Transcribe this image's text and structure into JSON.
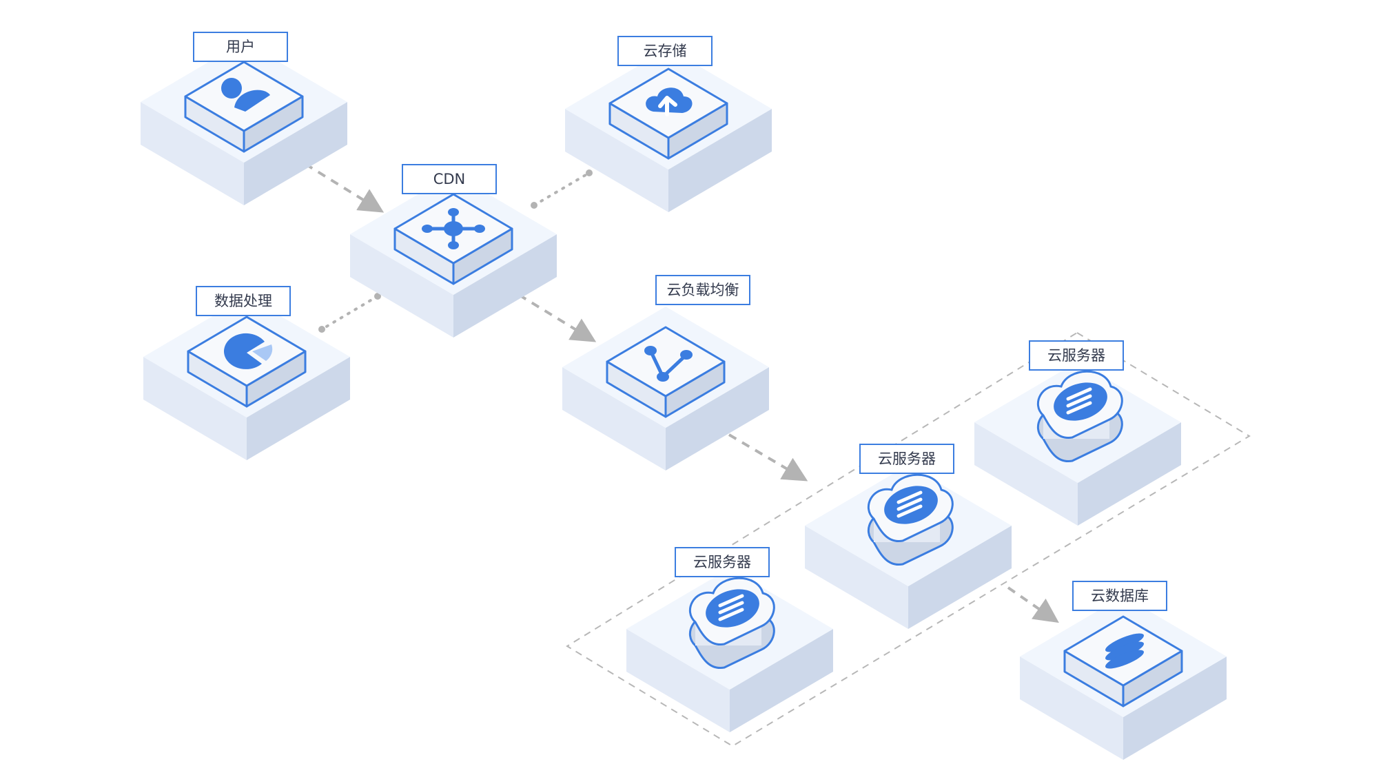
{
  "colors": {
    "accent": "#3b7de0",
    "accent_light": "#a9c8f5",
    "platform_top": "#f1f6fd",
    "platform_left": "#e3eaf6",
    "platform_right": "#cdd8ea",
    "tile_top": "#f7f9fc",
    "tile_left": "#e4eaf4",
    "tile_right": "#ccd6e6",
    "connector": "#b3b3b3"
  },
  "nodes": {
    "user": {
      "label": "用户",
      "icon": "user-icon"
    },
    "storage": {
      "label": "云存储",
      "icon": "cloud-upload-icon"
    },
    "cdn": {
      "label": "CDN",
      "icon": "network-hub-icon"
    },
    "processing": {
      "label": "数据处理",
      "icon": "pie-chart-icon"
    },
    "lb": {
      "label": "云负载均衡",
      "icon": "load-balancer-icon"
    },
    "server_top": {
      "label": "云服务器",
      "icon": "cloud-server-icon"
    },
    "server_mid": {
      "label": "云服务器",
      "icon": "cloud-server-icon"
    },
    "server_bot": {
      "label": "云服务器",
      "icon": "cloud-server-icon"
    },
    "database": {
      "label": "云数据库",
      "icon": "database-icon"
    }
  },
  "connectors": [
    {
      "from": "user",
      "to": "cdn",
      "style": "dashed-arrow"
    },
    {
      "from": "cdn",
      "to": "storage",
      "style": "dotted"
    },
    {
      "from": "cdn",
      "to": "processing",
      "style": "dotted"
    },
    {
      "from": "cdn",
      "to": "lb",
      "style": "dashed-arrow"
    },
    {
      "from": "lb",
      "to": "server_mid",
      "style": "dashed-arrow"
    },
    {
      "from": "server_mid",
      "to": "database",
      "style": "dashed-arrow"
    }
  ],
  "groups": [
    {
      "name": "server-cluster",
      "members": [
        "server_top",
        "server_mid",
        "server_bot"
      ],
      "style": "dashed"
    }
  ]
}
